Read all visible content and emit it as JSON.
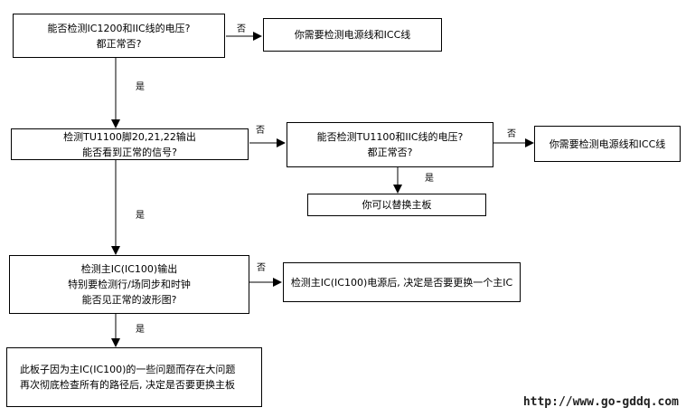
{
  "nodes": {
    "q1": [
      "能否检测IC1200和IIC线的电压?",
      "都正常否?"
    ],
    "r1": [
      "你需要检测电源线和ICC线"
    ],
    "q2": [
      "检测TU1100脚20,21,22输出",
      "能否看到正常的信号?"
    ],
    "q2b": [
      "能否检测TU1100和IIC线的电压?",
      "都正常否?"
    ],
    "r2": [
      "你需要检测电源线和ICC线"
    ],
    "r2b": [
      "你可以替换主板"
    ],
    "q3": [
      "检测主IC(IC100)输出",
      "特别要检测行/场同步和时钟",
      "能否见正常的波形图?"
    ],
    "r3": [
      "检测主IC(IC100)电源后, 决定是否要更换一个主IC"
    ],
    "r4": [
      "此板子因为主IC(IC100)的一些问题而存在大问题",
      "再次彻底检查所有的路径后, 决定是否要更换主板"
    ]
  },
  "labels": {
    "yes": "是",
    "no": "否"
  },
  "watermark": "http://www.go-gddq.com"
}
